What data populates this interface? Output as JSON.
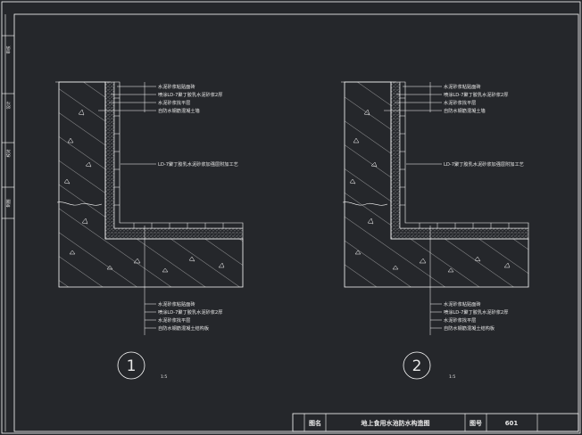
{
  "side_labels": [
    "审核",
    "设计",
    "校对",
    "制图"
  ],
  "details": [
    {
      "number": "1",
      "scale": "1:5",
      "wall_labels": [
        "水泥砂浆粘贴面砖",
        "喷涂LD-7聚丁胶乳水泥砂浆2厚",
        "水泥砂浆找平层",
        "自防水钢筋混凝土墙"
      ],
      "joint_label": "LD-7聚丁胶乳水泥砂浆加强层附加工艺",
      "floor_labels": [
        "水泥砂浆粘贴面砖",
        "喷涂LD-7聚丁胶乳水泥砂浆2厚",
        "水泥砂浆找平层",
        "自防水钢筋混凝土结构板"
      ]
    },
    {
      "number": "2",
      "scale": "1:5",
      "wall_labels": [
        "水泥砂浆粘贴面砖",
        "喷涂LD-7聚丁胶乳水泥砂浆2厚",
        "水泥砂浆找平层",
        "自防水钢筋混凝土墙"
      ],
      "joint_label": "LD-7聚丁胶乳水泥砂浆加强层附加工艺",
      "floor_labels": [
        "水泥砂浆粘贴面砖",
        "喷涂LD-7聚丁胶乳水泥砂浆2厚",
        "水泥砂浆找平层",
        "自防水钢筋混凝土结构板"
      ]
    }
  ],
  "title_block": {
    "name_label": "图名",
    "drawing_title": "地上食用水池防水构造图",
    "number_label": "图号",
    "drawing_number": "601"
  },
  "colors": {
    "background": "#25272b",
    "lines": "#ffffff",
    "text": "#e8e8e8"
  }
}
